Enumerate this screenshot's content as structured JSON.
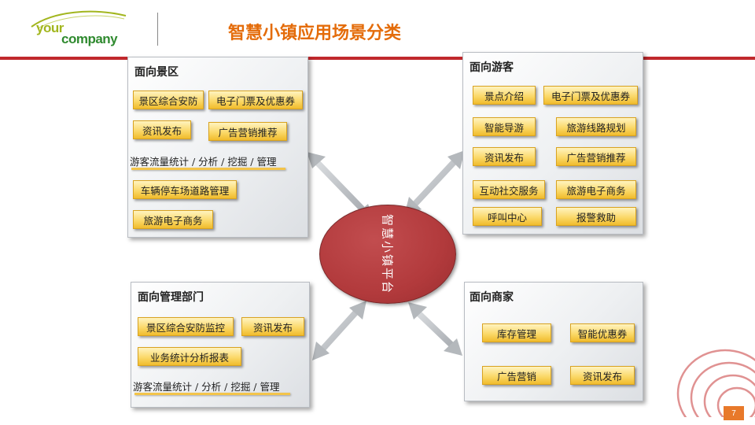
{
  "header": {
    "logo_line1": "your",
    "logo_line2": "company",
    "title": "智慧小镇应用场景分类"
  },
  "panels": {
    "scenic": {
      "title": "面向景区",
      "items": [
        "景区综合安防",
        "电子门票及优惠券",
        "资讯发布",
        "广告营销推荐",
        "游客流量统计 / 分析 / 挖掘 / 管理",
        "车辆停车场道路管理",
        "旅游电子商务"
      ]
    },
    "tourist": {
      "title": "面向游客",
      "items": [
        "景点介绍",
        "电子门票及优惠券",
        "智能导游",
        "旅游线路规划",
        "资讯发布",
        "广告营销推荐",
        "互动社交服务",
        "旅游电子商务",
        "呼叫中心",
        "报警救助"
      ]
    },
    "admin": {
      "title": "面向管理部门",
      "items": [
        "景区综合安防监控",
        "资讯发布",
        "业务统计分析报表",
        "游客流量统计 / 分析 / 挖掘 / 管理"
      ]
    },
    "merchant": {
      "title": "面向商家",
      "items": [
        "库存管理",
        "智能优惠券",
        "广告营销",
        "资讯发布"
      ]
    }
  },
  "center": {
    "label": "智慧小镇平台"
  },
  "colors": {
    "accent": "#e46c0a",
    "rule": "#c0282c",
    "chip": "#fbd96a",
    "platform": "#b23a3c"
  },
  "footer": {
    "page_number": "7"
  }
}
